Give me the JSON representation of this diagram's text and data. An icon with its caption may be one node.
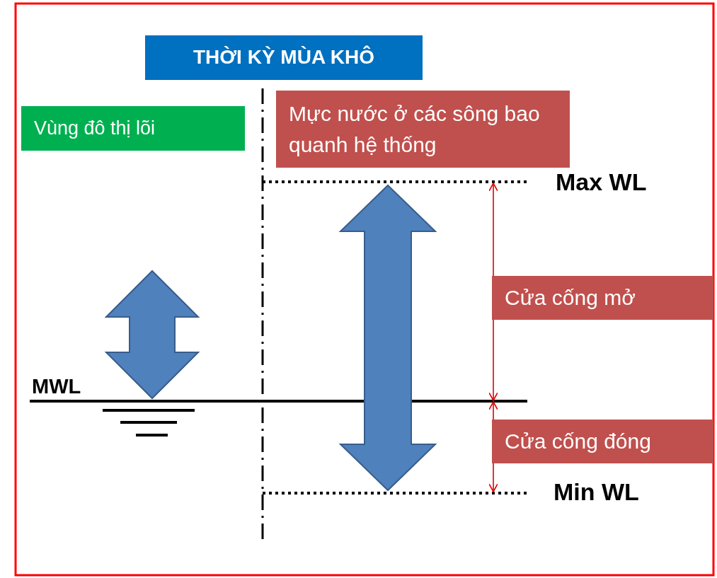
{
  "diagram": {
    "nodes": [
      {
        "text": [
          "THỜI KỲ MÙA KHÔ"
        ]
      },
      {
        "text": [
          "Vùng đô thị lõi"
        ]
      },
      {
        "text": [
          "Mực nước ở các sông bao quanh hệ thống"
        ]
      },
      {
        "text": [
          "Cửa cống mở"
        ]
      },
      {
        "text": [
          "Cửa cống đóng"
        ]
      }
    ],
    "labels": [
      "Max WL",
      "MWL",
      "Min WL"
    ]
  }
}
